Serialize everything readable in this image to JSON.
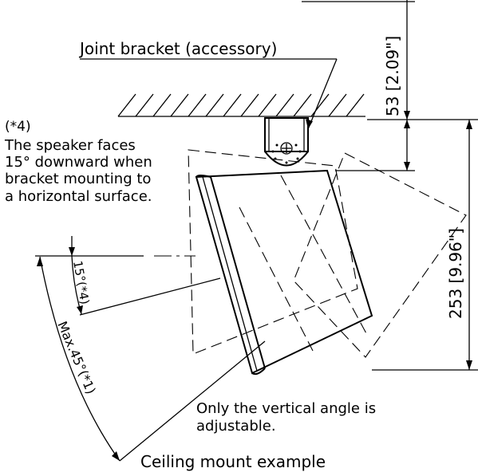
{
  "labels": {
    "joint_bracket": "Joint bracket (accessory)",
    "note_mark": "(*4)",
    "note_lines": [
      "The speaker faces",
      "15° downward when",
      "bracket mounting to",
      "a horizontal surface."
    ],
    "angle_15": "15°(*4)",
    "angle_max": "Max.45°(*1)",
    "vertical_note": [
      "Only the vertical angle is",
      "adjustable."
    ],
    "caption": "Ceiling mount example"
  },
  "dimensions": {
    "dim_53": "53 [2.09\"]",
    "dim_253": "253 [9.96\"]"
  }
}
